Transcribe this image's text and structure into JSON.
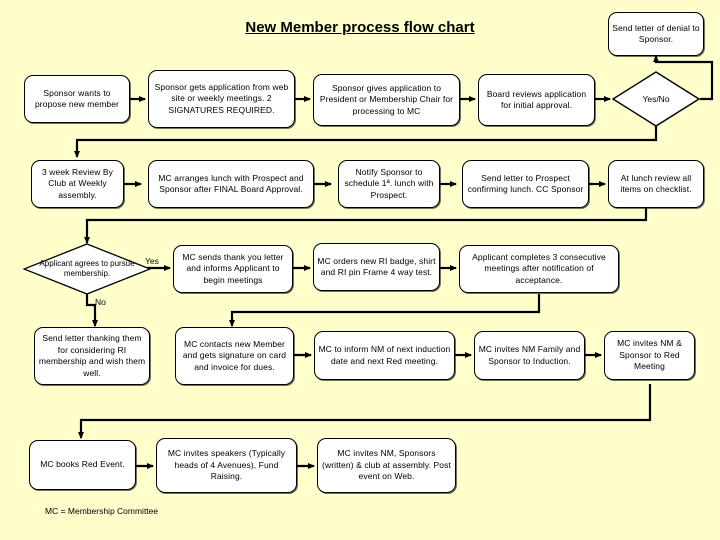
{
  "title": "New Member process flow chart",
  "legend": "MC = Membership Committee",
  "colors": {
    "background": "#FFFFCC",
    "node_fill": "#FFFFFF",
    "line": "#000000",
    "text": "#000000"
  },
  "nodes": [
    {
      "id": "sponsor-wants",
      "shape": "process",
      "text": "Sponsor wants to propose new member"
    },
    {
      "id": "sponsor-gets-app",
      "shape": "process",
      "text": "Sponsor gets application from web site or weekly meetings. 2 SIGNATURES REQUIRED."
    },
    {
      "id": "sponsor-gives-app",
      "shape": "process",
      "text": "Sponsor gives application to President or Membership Chair for processing to MC"
    },
    {
      "id": "board-reviews",
      "shape": "process",
      "text": "Board reviews application for initial approval."
    },
    {
      "id": "yes-no-decision",
      "shape": "decision",
      "text": "Yes/No"
    },
    {
      "id": "send-denial",
      "shape": "process",
      "text": "Send letter of denial to Sponsor."
    },
    {
      "id": "three-week-review",
      "shape": "process",
      "text": "3 week Review By Club at Weekly assembly."
    },
    {
      "id": "mc-arranges-lunch",
      "shape": "process",
      "text": "MC arranges lunch with Prospect and Sponsor after FINAL Board Approval."
    },
    {
      "id": "notify-sponsor",
      "shape": "process",
      "text": "Notify Sponsor to schedule 1ª. lunch with Prospect."
    },
    {
      "id": "send-letter-prospect",
      "shape": "process",
      "text": "Send letter to Prospect confirming lunch. CC Sponsor"
    },
    {
      "id": "at-lunch-review",
      "shape": "process",
      "text": "At lunch review all items on checklist."
    },
    {
      "id": "applicant-agrees",
      "shape": "decision",
      "text": "Applicant agrees to pursue membership."
    },
    {
      "id": "mc-sends-thank-you",
      "shape": "process",
      "text": "MC sends thank you letter and informs Applicant to begin meetings"
    },
    {
      "id": "mc-orders-badge",
      "shape": "process",
      "text": "MC orders new RI badge, shirt and RI pin Frame 4 way test."
    },
    {
      "id": "applicant-completes",
      "shape": "process",
      "text": "Applicant completes 3 consecutive meetings after notification of acceptance."
    },
    {
      "id": "send-letter-thanking",
      "shape": "process",
      "text": "Send letter thanking them for considering RI membership and wish them well."
    },
    {
      "id": "mc-contacts-member",
      "shape": "process",
      "text": "MC contacts new Member and gets signature on card and invoice for dues."
    },
    {
      "id": "mc-inform-induction",
      "shape": "process",
      "text": "MC to inform NM of next induction date and next Red meeting."
    },
    {
      "id": "mc-invites-family",
      "shape": "process",
      "text": "MC invites NM Family and Sponsor to Induction."
    },
    {
      "id": "mc-invites-red",
      "shape": "process",
      "text": "MC invites NM & Sponsor to Red Meeting"
    },
    {
      "id": "mc-books-red-event",
      "shape": "process",
      "text": "MC books Red Event."
    },
    {
      "id": "mc-invites-speakers",
      "shape": "process",
      "text": "MC invites speakers (Typically heads of 4 Avenues), Fund Raising."
    },
    {
      "id": "mc-invites-assembly",
      "shape": "process",
      "text": "MC invites NM, Sponsors (written) & club at assembly. Post event on Web."
    }
  ],
  "edge_labels": [
    {
      "id": "yes-label",
      "text": "Yes"
    },
    {
      "id": "no-label",
      "text": "No"
    }
  ],
  "chart_data": {
    "type": "diagram",
    "diagram_kind": "flowchart",
    "title": "New Member process flow chart",
    "note": "MC = Membership Committee",
    "edges": [
      {
        "from": "sponsor-wants",
        "to": "sponsor-gets-app",
        "label": ""
      },
      {
        "from": "sponsor-gets-app",
        "to": "sponsor-gives-app",
        "label": ""
      },
      {
        "from": "sponsor-gives-app",
        "to": "board-reviews",
        "label": ""
      },
      {
        "from": "board-reviews",
        "to": "yes-no-decision",
        "label": ""
      },
      {
        "from": "yes-no-decision",
        "to": "send-denial",
        "label": ""
      },
      {
        "from": "yes-no-decision",
        "to": "three-week-review",
        "label": ""
      },
      {
        "from": "three-week-review",
        "to": "mc-arranges-lunch",
        "label": ""
      },
      {
        "from": "mc-arranges-lunch",
        "to": "notify-sponsor",
        "label": ""
      },
      {
        "from": "notify-sponsor",
        "to": "send-letter-prospect",
        "label": ""
      },
      {
        "from": "send-letter-prospect",
        "to": "at-lunch-review",
        "label": ""
      },
      {
        "from": "at-lunch-review",
        "to": "applicant-agrees",
        "label": ""
      },
      {
        "from": "applicant-agrees",
        "to": "mc-sends-thank-you",
        "label": "Yes"
      },
      {
        "from": "applicant-agrees",
        "to": "send-letter-thanking",
        "label": "No"
      },
      {
        "from": "mc-sends-thank-you",
        "to": "mc-orders-badge",
        "label": ""
      },
      {
        "from": "mc-orders-badge",
        "to": "applicant-completes",
        "label": ""
      },
      {
        "from": "applicant-completes",
        "to": "mc-contacts-member",
        "label": ""
      },
      {
        "from": "mc-contacts-member",
        "to": "mc-inform-induction",
        "label": ""
      },
      {
        "from": "mc-inform-induction",
        "to": "mc-invites-family",
        "label": ""
      },
      {
        "from": "mc-invites-family",
        "to": "mc-invites-red",
        "label": ""
      },
      {
        "from": "mc-invites-red",
        "to": "mc-books-red-event",
        "label": ""
      },
      {
        "from": "mc-books-red-event",
        "to": "mc-invites-speakers",
        "label": ""
      },
      {
        "from": "mc-invites-speakers",
        "to": "mc-invites-assembly",
        "label": ""
      }
    ]
  }
}
